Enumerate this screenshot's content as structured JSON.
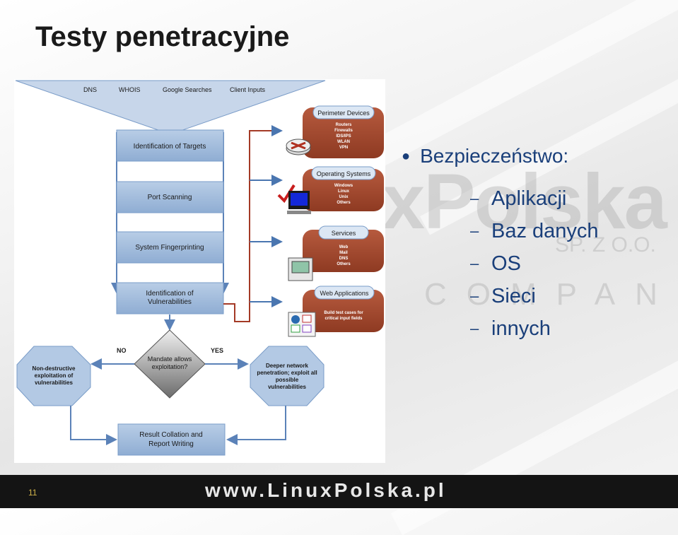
{
  "slide": {
    "title": "Testy penetracyjne",
    "page_number": "11",
    "footer_logo": "www.LinuxPolska.pl",
    "watermark": {
      "main": "xPolska",
      "sub": "SP. Z O.O.",
      "company": "COMPANY"
    }
  },
  "bullets": {
    "main": "Bezpieczeństwo:",
    "items": [
      "Aplikacji",
      "Baz danych",
      "OS",
      "Sieci",
      "innych"
    ]
  },
  "diagram": {
    "inputs": [
      "DNS",
      "WHOIS",
      "Google Searches",
      "Client Inputs"
    ],
    "steps": [
      "Identification of Targets",
      "Port Scanning",
      "System Fingerprinting",
      "Identification of",
      "Vulnerabilities"
    ],
    "categories": [
      {
        "title": "Perimeter Devices",
        "items": [
          "Routers",
          "Firewalls",
          "IDS/IPS",
          "WLAN",
          "VPN"
        ]
      },
      {
        "title": "Operating Systems",
        "items": [
          "Windows",
          "Linux",
          "Unix",
          "Others"
        ]
      },
      {
        "title": "Services",
        "items": [
          "Web",
          "Mail",
          "DNS",
          "Others"
        ]
      },
      {
        "title": "Web Applications",
        "items": [
          "Build test cases for",
          "critical input fields"
        ]
      }
    ],
    "decision": {
      "line1": "Mandate allows",
      "line2": "exploitation?",
      "no": "NO",
      "yes": "YES"
    },
    "left_octagon": [
      "Non-destructive",
      "exploitation of",
      "vulnerabilities"
    ],
    "right_octagon": [
      "Deeper network",
      "penetration; exploit all",
      "possible",
      "vulnerabilities"
    ],
    "result": [
      "Result Collation and",
      "Report Writing"
    ]
  }
}
